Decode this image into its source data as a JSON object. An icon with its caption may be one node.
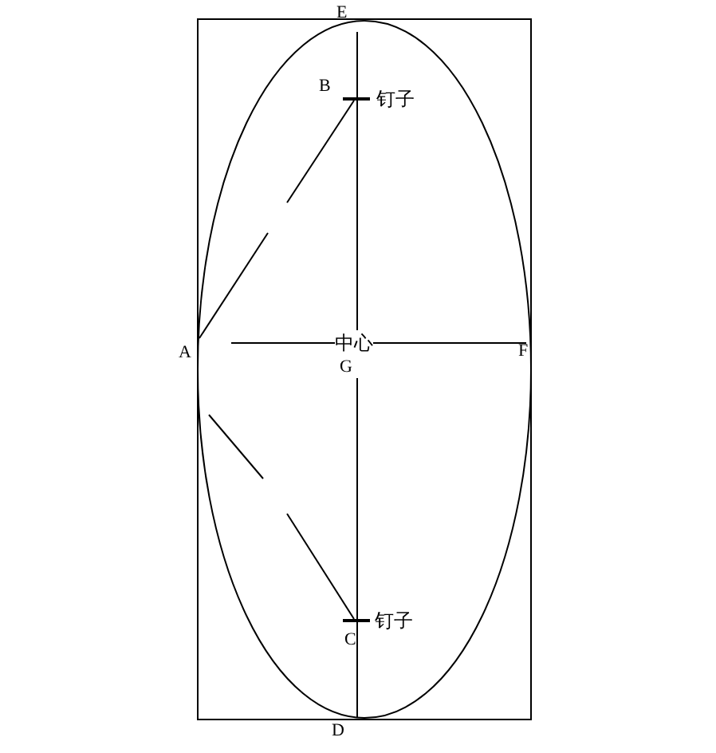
{
  "diagram": {
    "labels": [
      "E",
      "B",
      "钉子",
      "中心",
      "A",
      "F",
      "G",
      "钉子",
      "C",
      "D"
    ]
  }
}
